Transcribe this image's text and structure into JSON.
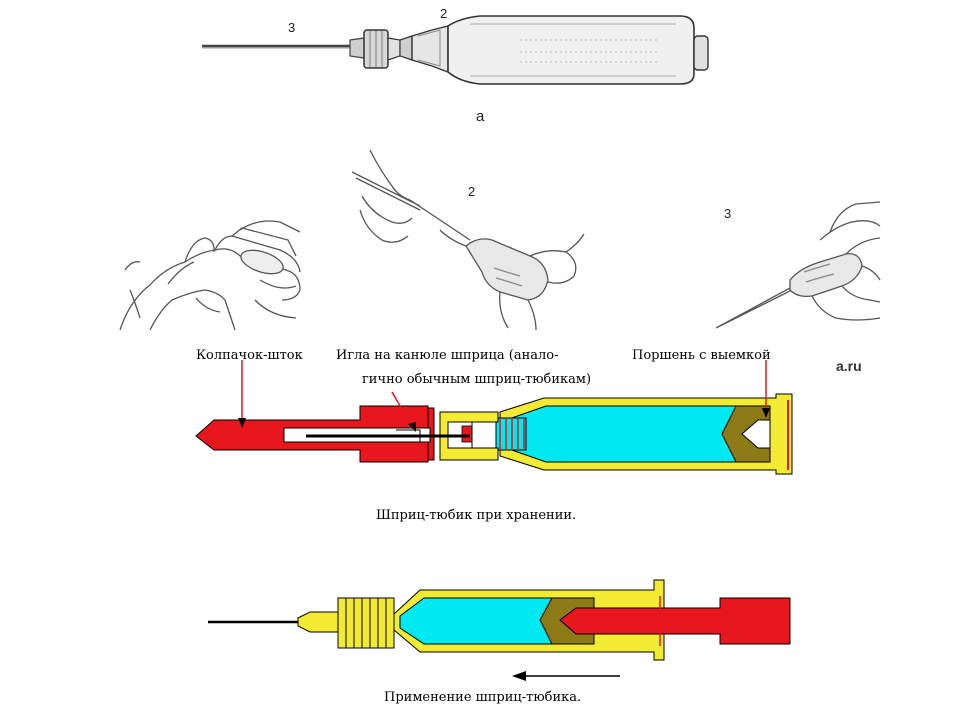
{
  "top_figure": {
    "label_needle": "3",
    "label_hub": "2",
    "caption": "а"
  },
  "middle_figure": {
    "label_step2": "2",
    "label_step3": "3"
  },
  "watermark": "a.ru",
  "storage_diagram": {
    "label_cap": "Колпачок-шток",
    "label_needle_line1": "Игла на канюле шприца  (анало-",
    "label_needle_line2": "гично обычным шприц-тюбикам)",
    "label_piston": "Поршень  с  выемкой",
    "caption": "Шприц-тюбик  при  хранении."
  },
  "usage_diagram": {
    "caption": "Применение  шприц-тюбика."
  },
  "colors": {
    "red": "#e8171e",
    "yellow": "#f2ea33",
    "cyan": "#00e8f0",
    "olive": "#8b7a16",
    "dark_red": "#a80000"
  }
}
